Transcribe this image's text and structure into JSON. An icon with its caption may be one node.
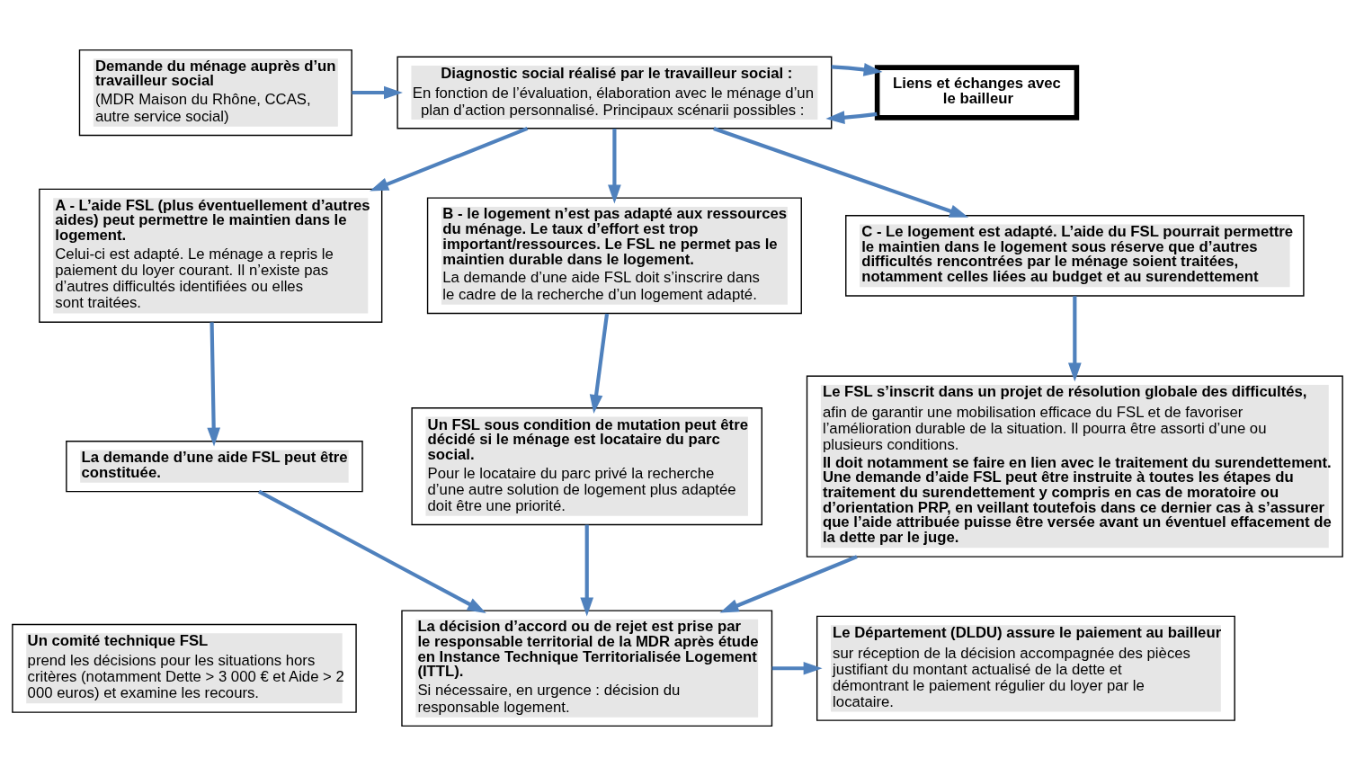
{
  "diagram": {
    "nodes": [
      {
        "text": [
          "Demande du ménage auprès d’un travailleur social",
          "(MDR Maison du Rhône, CCAS, autre service social)"
        ]
      },
      {
        "text": [
          "Diagnostic social réalisé par le travailleur social :",
          "En fonction de l’évaluation, élaboration avec le ménage d’un plan d’action personnalisé. Principaux scénarii possibles :"
        ]
      },
      {
        "text": [
          "Liens et échanges avec le bailleur"
        ]
      },
      {
        "text": [
          "A - L’aide FSL (plus éventuellement d’autres aides) peut permettre le maintien dans le logement.",
          "Celui-ci est adapté. Le ménage a repris le paiement du loyer courant. Il n’existe pas d’autres difficultés identifiées ou elles sont traitées."
        ]
      },
      {
        "text": [
          "B - le logement n’est pas adapté aux ressources du ménage. Le taux d’effort est trop important/ressources. Le FSL ne permet pas le maintien durable dans le logement.",
          "La demande d’une aide FSL doit s’inscrire dans le cadre de la recherche d’un logement adapté."
        ]
      },
      {
        "text": [
          "C - Le logement est adapté. L’aide du FSL pourrait permettre le maintien dans le logement sous réserve que d’autres difficultés rencontrées par le ménage soient traitées, notamment celles liées au budget et au surendettement"
        ]
      },
      {
        "text": [
          "La demande d’une aide FSL peut être constituée."
        ]
      },
      {
        "text": [
          "Un FSL sous condition de mutation peut être décidé si le ménage est locataire du parc social.",
          "Pour le locataire du parc privé la recherche d’une autre solution de logement plus adaptée doit être une priorité."
        ]
      },
      {
        "text": [
          "Le FSL s’inscrit dans un projet de résolution globale des difficultés,",
          "afin de garantir une mobilisation efficace du FSL et de favoriser l’amélioration durable de la situation. Il pourra être assorti d’une ou plusieurs conditions.",
          "Il doit notamment se faire en lien avec le traitement du surendettement. Une demande d’aide FSL peut être instruite à toutes les étapes du traitement du surendettement y compris en cas de moratoire ou d’orientation PRP, en veillant toutefois dans ce dernier cas à s’assurer que l’aide attribuée puisse être versée avant un éventuel effacement de la dette par le juge."
        ]
      },
      {
        "text": [
          "Un comité technique FSL",
          "prend les décisions pour les situations hors critères (notamment Dette > 3 000 € et Aide > 2 000 euros) et examine les recours."
        ]
      },
      {
        "text": [
          "La décision d’accord ou de rejet est prise par le responsable territorial de la MDR après étude en Instance Technique Territorialisée Logement (ITTL).",
          "Si nécessaire, en urgence : décision du responsable logement."
        ]
      },
      {
        "text": [
          "Le Département (DLDU) assure le paiement au bailleur",
          "sur réception de la décision accompagnée des pièces justifiant du montant actualisé de la dette et démontrant le paiement régulier du loyer par le locataire."
        ]
      }
    ],
    "edges": [
      {
        "from": 0,
        "to": 1,
        "arrow": "to"
      },
      {
        "from": 2,
        "to": 1,
        "arrow": "to"
      },
      {
        "from": 1,
        "to": 2,
        "arrow": "to"
      },
      {
        "from": 1,
        "to": 3,
        "arrow": "to"
      },
      {
        "from": 1,
        "to": 4,
        "arrow": "to"
      },
      {
        "from": 1,
        "to": 5,
        "arrow": "to"
      },
      {
        "from": 3,
        "to": 6,
        "arrow": "to"
      },
      {
        "from": 4,
        "to": 7,
        "arrow": "to"
      },
      {
        "from": 5,
        "to": 8,
        "arrow": "to"
      },
      {
        "from": 6,
        "to": 10,
        "arrow": "to"
      },
      {
        "from": 7,
        "to": 10,
        "arrow": "to"
      },
      {
        "from": 8,
        "to": 10,
        "arrow": "to"
      },
      {
        "from": 10,
        "to": 11,
        "arrow": "to"
      }
    ]
  }
}
